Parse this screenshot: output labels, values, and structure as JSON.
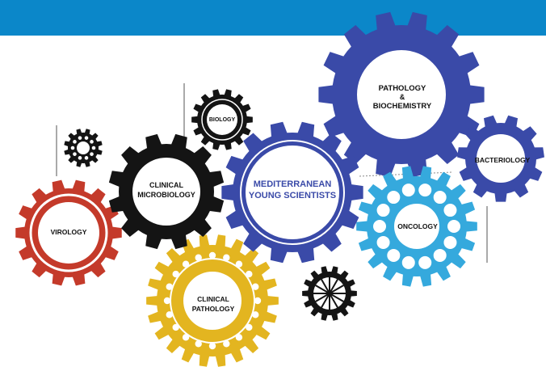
{
  "colors": {
    "banner": "#0b87c9",
    "navy_gear": "#3a4aa8",
    "black_gear": "#141414",
    "red_gear": "#c43a2a",
    "yellow_gear": "#e3b520",
    "cyan_gear": "#35a9dd",
    "text_dark": "#111111"
  },
  "gears": {
    "pathology": {
      "line1": "PATHOLOGY",
      "line2": "&",
      "line3": "BIOCHEMISTRY",
      "color": "#3a4aa8"
    },
    "bacteriology": {
      "label": "BACTERIOLOGY",
      "color": "#3a4aa8"
    },
    "biology": {
      "label": "BIOLOGY",
      "color": "#141414"
    },
    "clinical_microbiology": {
      "line1": "CLINICAL",
      "line2": "MICROBIOLOGY",
      "color": "#141414"
    },
    "mediterranean": {
      "line1": "MEDITERRANEAN",
      "line2": "YOUNG SCIENTISTS",
      "color": "#3a4aa8",
      "text_color": "#3a4aa8"
    },
    "oncology": {
      "label": "ONCOLOGY",
      "color": "#35a9dd"
    },
    "virology": {
      "label": "VIROLOGY",
      "color": "#c43a2a"
    },
    "clinical_pathology": {
      "line1": "CLINICAL",
      "line2": "PATHOLOGY",
      "color": "#e3b520"
    },
    "small_top": {
      "color": "#141414"
    },
    "small_bottom": {
      "color": "#141414"
    }
  }
}
